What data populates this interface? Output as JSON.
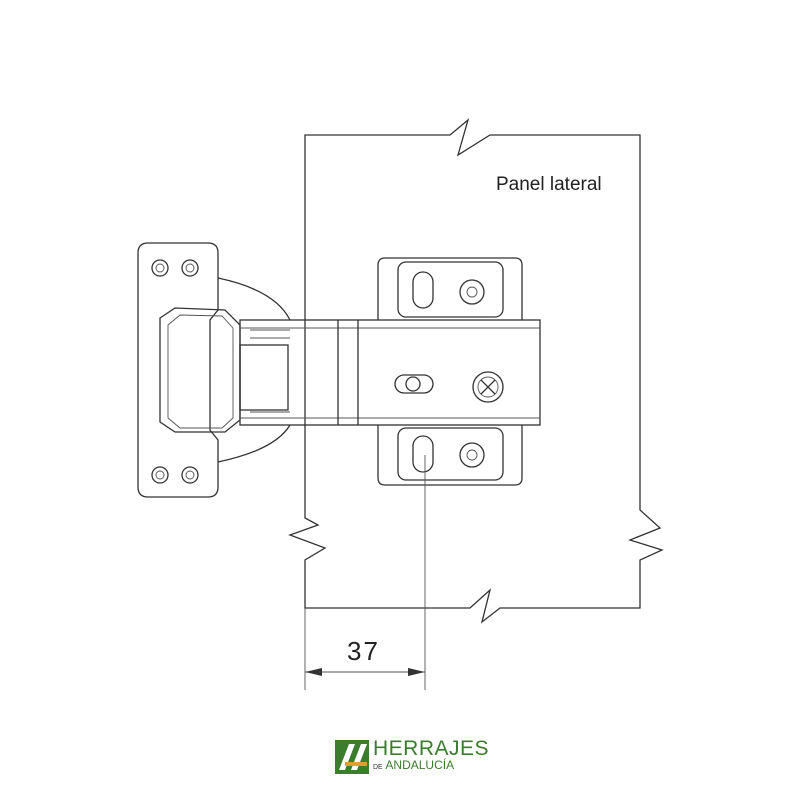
{
  "diagram": {
    "panel_label": "Panel lateral",
    "dimension_value": "37"
  },
  "logo": {
    "line1": "HERRAJES",
    "line2_prefix": "DE",
    "line2": "ANDALUCÍA",
    "brand_color": "#3a7d2c"
  }
}
